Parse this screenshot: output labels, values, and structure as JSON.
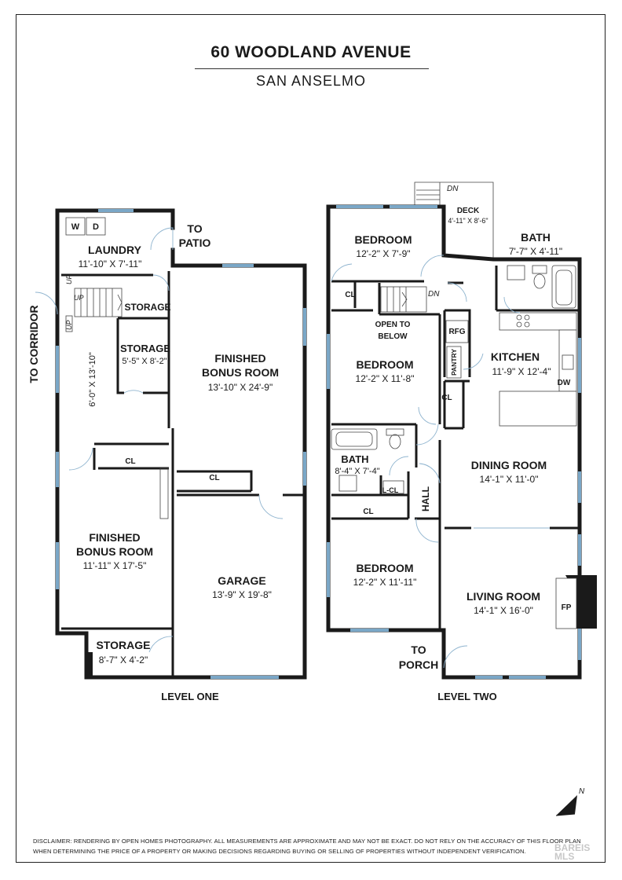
{
  "header": {
    "title": "60 WOODLAND AVENUE",
    "subtitle": "SAN ANSELMO"
  },
  "level_one": {
    "label": "LEVEL ONE",
    "laundry": {
      "name": "LAUNDRY",
      "dims": "11'-10\" X 7'-11\"",
      "washer": "W",
      "dryer": "D"
    },
    "to_patio": {
      "line1": "TO",
      "line2": "PATIO"
    },
    "to_corridor": "TO CORRIDOR",
    "storage_small": "STORAGE",
    "storage_mid": {
      "name": "STORAGE",
      "dims": "5'-5\" X 8'-2\""
    },
    "hall_dims": "6'-0\" X 13'-10\"",
    "up_labels": [
      "UP",
      "UP",
      "UP"
    ],
    "finished_bonus_1": {
      "line1": "FINISHED",
      "line2": "BONUS ROOM",
      "dims": "13'-10\" X 24'-9\""
    },
    "finished_bonus_2": {
      "line1": "FINISHED",
      "line2": "BONUS ROOM",
      "dims": "11'-11\" X 17'-5\""
    },
    "closets": [
      "CL",
      "CL"
    ],
    "garage": {
      "name": "GARAGE",
      "dims": "13'-9\" X 19'-8\""
    },
    "storage_bottom": {
      "name": "STORAGE",
      "dims": "8'-7\" X 4'-2\""
    }
  },
  "level_two": {
    "label": "LEVEL TWO",
    "deck": {
      "name": "DECK",
      "dims": "4'-11\" X 8'-6\"",
      "dn": "DN"
    },
    "bedroom_1": {
      "name": "BEDROOM",
      "dims": "12'-2\" X 7'-9\""
    },
    "bath_1": {
      "name": "BATH",
      "dims": "7'-7\" X 4'-11\""
    },
    "cl_1": "CL",
    "dn_stair": "DN",
    "open_to_below": {
      "line1": "OPEN TO",
      "line2": "BELOW"
    },
    "rfg": "RFG",
    "pantry": "PANTRY",
    "kitchen": {
      "name": "KITCHEN",
      "dims": "11'-9\" X 12'-4\"",
      "dw": "DW"
    },
    "bedroom_2": {
      "name": "BEDROOM",
      "dims": "12'-2\" X 11'-8\""
    },
    "cl_2": "CL",
    "bath_2": {
      "name": "BATH",
      "dims": "8'-4\" X 7'-4\""
    },
    "lcl": "L-CL",
    "cl_3": "CL",
    "hall": "HALL",
    "dining": {
      "name": "DINING ROOM",
      "dims": "14'-1\" X 11'-0\""
    },
    "bedroom_3": {
      "name": "BEDROOM",
      "dims": "12'-2\" X 11'-11\""
    },
    "living": {
      "name": "LIVING ROOM",
      "dims": "14'-1\" X 16'-0\""
    },
    "fp": "FP",
    "to_porch": {
      "line1": "TO",
      "line2": "PORCH"
    }
  },
  "compass": "N",
  "disclaimer": {
    "line1": "DISCLAIMER: RENDERING BY OPEN HOMES PHOTOGRAPHY. ALL MEASUREMENTS ARE APPROXIMATE AND MAY NOT BE EXACT. DO NOT RELY ON THE ACCURACY OF THIS FLOOR PLAN",
    "line2": "WHEN DETERMINING THE PRICE OF A PROPERTY OR MAKING DECISIONS REGARDING BUYING OR SELLING OF PROPERTIES WITHOUT INDEPENDENT VERIFICATION."
  },
  "watermark": {
    "line1": "BAREIS",
    "line2": "MLS"
  }
}
